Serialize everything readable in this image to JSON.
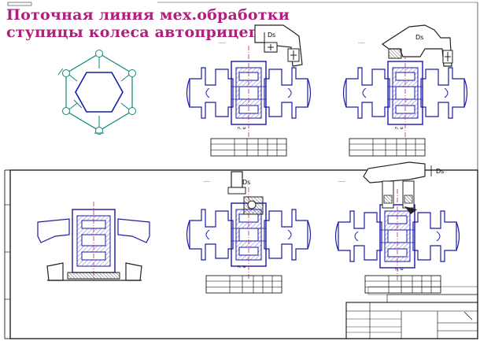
{
  "title": {
    "line1": "Поточная линия мех.обработки",
    "line2": "ступицы колеса автоприцепа"
  },
  "operations": [
    {
      "tag": "Ds"
    },
    {
      "tag": "Ds"
    },
    {
      "tag": "Ds"
    },
    {
      "tag": "Ds"
    }
  ],
  "colors": {
    "title": "#b0207a",
    "part": "#1a1aa8",
    "fixture": "#222222",
    "scheme": "#0b8a7a",
    "axis": "#c0208a"
  }
}
